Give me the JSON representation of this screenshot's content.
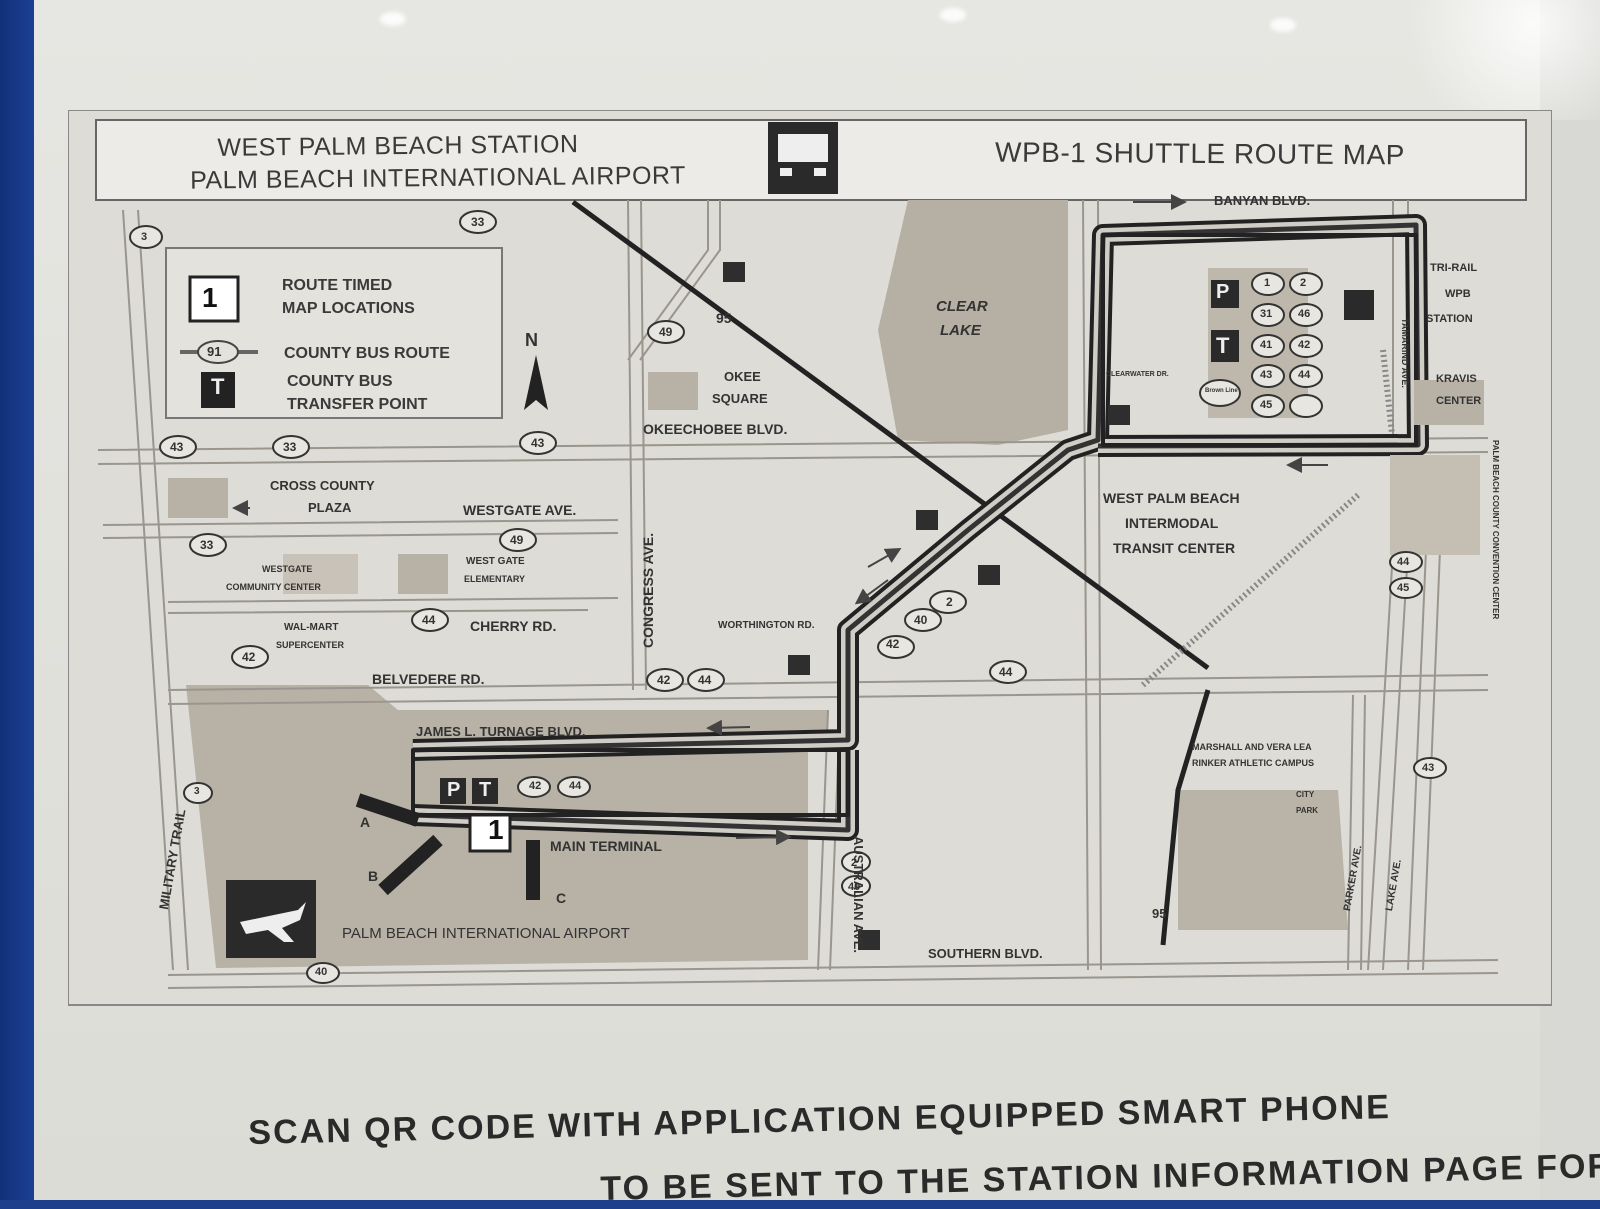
{
  "header": {
    "station_line1": "WEST PALM BEACH STATION",
    "station_line2": "PALM BEACH INTERNATIONAL AIRPORT",
    "map_title": "WPB-1 SHUTTLE ROUTE  MAP"
  },
  "legend": {
    "route_timed_number": "1",
    "route_timed_line1": "ROUTE TIMED",
    "route_timed_line2": "MAP LOCATIONS",
    "bus_route_number": "91",
    "bus_route_label": "COUNTY BUS ROUTE",
    "transfer_symbol": "T",
    "transfer_line1": "COUNTY BUS",
    "transfer_line2": "TRANSFER POINT",
    "north": "N"
  },
  "streets": {
    "okeechobee": "OKEECHOBEE BLVD.",
    "westgate": "WESTGATE AVE.",
    "cherry": "CHERRY RD.",
    "belvedere": "BELVEDERE RD.",
    "turnage": "JAMES L. TURNAGE BLVD.",
    "congress": "CONGRESS AVE.",
    "australian": "AUSTRALIAN AVE.",
    "military": "MILITARY TRAIL",
    "southern": "SOUTHERN BLVD.",
    "banyan": "BANYAN BLVD.",
    "worthington": "WORTHINGTON RD.",
    "clearwater": "CLEARWATER DR.",
    "tamarind": "TAMARIND AVE.",
    "parker": "PARKER AVE.",
    "lake": "LAKE AVE."
  },
  "places": {
    "clear_lake_1": "CLEAR",
    "clear_lake_2": "LAKE",
    "okee_1": "OKEE",
    "okee_2": "SQUARE",
    "cross_county_1": "CROSS COUNTY",
    "cross_county_2": "PLAZA",
    "westgate_cc_1": "WESTGATE",
    "westgate_cc_2": "COMMUNITY CENTER",
    "westgate_el_1": "WEST GATE",
    "westgate_el_2": "ELEMENTARY",
    "walmart_1": "WAL-MART",
    "walmart_2": "SUPERCENTER",
    "intermodal_1": "WEST PALM BEACH",
    "intermodal_2": "INTERMODAL",
    "intermodal_3": "TRANSIT CENTER",
    "triraill_1": "TRI-RAIL",
    "triraill_2": "WPB",
    "triraill_3": "STATION",
    "kravis_1": "KRAVIS",
    "kravis_2": "CENTER",
    "convention": "PALM BEACH COUNTY CONVENTION CENTER",
    "marshall_1": "MARSHALL AND VERA LEA",
    "marshall_2": "RINKER ATHLETIC CAMPUS",
    "city_park_1": "CITY",
    "city_park_2": "PARK",
    "main_terminal": "MAIN TERMINAL",
    "airport": "PALM BEACH INTERNATIONAL AIRPORT",
    "gate_a": "A",
    "gate_b": "B",
    "gate_c": "C",
    "timed_point": "1",
    "park": "P",
    "transfer": "T",
    "brown_line": "Brown Line"
  },
  "route_badges": {
    "r3": "3",
    "r33": "33",
    "r43": "43",
    "r49": "49",
    "r95": "95",
    "r42": "42",
    "r44": "44",
    "r40": "40",
    "r2": "2",
    "r45": "45",
    "r1": "1",
    "r31": "31",
    "r46": "46",
    "r41": "41"
  },
  "footer": {
    "line1": "SCAN QR CODE WITH APPLICATION EQUIPPED SMART PHONE",
    "line2": "TO BE SENT TO THE STATION INFORMATION PAGE FOR THIS"
  },
  "colors": {
    "map_paper": "#dcdcd6",
    "route_line": "#1a1a1a",
    "area_tan": "#b9b3a8",
    "frame_blue": "#1d3f8c"
  }
}
